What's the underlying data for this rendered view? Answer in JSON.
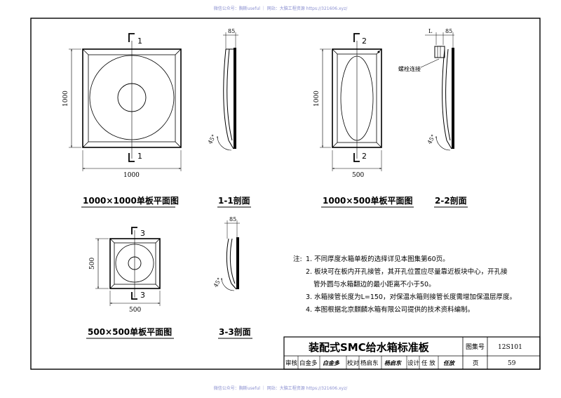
{
  "watermark": {
    "top": "微信公众号：胸斯useful ｜ 网站：大脑工程资源 https://321606.xyz/",
    "bottom": "微信公众号：胸斯useful ｜ 网站：大脑工程资源 https://321606.xyz/"
  },
  "drawings": {
    "plan_1000x1000": {
      "title": "1000×1000单板平面图",
      "dim_width": "1000",
      "dim_height": "1000",
      "section_mark": "1"
    },
    "section_1": {
      "title": "1-1剖面",
      "dim_top": "85",
      "angle": "45°"
    },
    "plan_1000x500": {
      "title": "1000×500单板平面图",
      "dim_width": "500",
      "dim_height": "1000",
      "section_mark": "2"
    },
    "section_2": {
      "title": "2-2剖面",
      "dim_top": "85",
      "dim_l": "L",
      "angle": "45°",
      "bolt_label": "螺栓连接"
    },
    "plan_500x500": {
      "title": "500×500单板平面图",
      "dim_width": "500",
      "dim_height": "500",
      "section_mark": "3"
    },
    "section_3": {
      "title": "3-3剖面",
      "dim_top": "85",
      "angle": "45°"
    }
  },
  "notes": {
    "label": "注:",
    "items": [
      "1. 不同厚度水箱单板的选择详见本图集第60页。",
      "2. 板块可在板内开孔接管，其开孔位置应尽量靠近板块中心，开孔接",
      "管外圆与水箱翻边的最小距离不小于50。",
      "3. 水箱接管长度为L=150，对保温水箱则接管长度需增加保温层厚度。",
      "4. 本图根据北京麒麟水箱有限公司提供的技术资料编制。"
    ]
  },
  "title_block": {
    "title": "装配式SMC给水箱标准板",
    "atlas_label": "图集号",
    "atlas_number": "12S101",
    "review_label": "审核",
    "reviewer": "白金多",
    "reviewer_sign": "白金多",
    "check_label": "校对",
    "checker": "杨启东",
    "checker_sign": "杨启东",
    "design_label": "设计",
    "designer": "任 放",
    "designer_sign": "任放",
    "page_label": "页",
    "page_number": "59"
  }
}
